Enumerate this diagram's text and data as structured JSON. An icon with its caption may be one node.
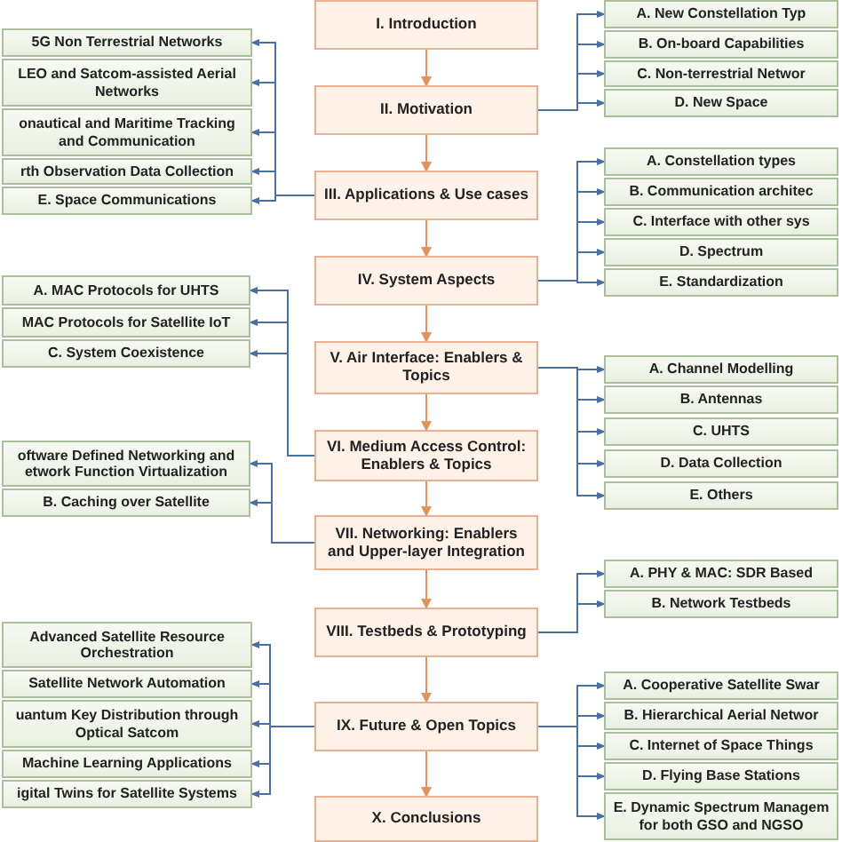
{
  "diagram": {
    "nodes": [
      {
        "text": [
          "I. Introduction"
        ]
      },
      {
        "text": [
          "II. Motivation"
        ]
      },
      {
        "text": [
          "III. Applications & Use cases"
        ]
      },
      {
        "text": [
          "IV. System Aspects"
        ]
      },
      {
        "text": [
          "V. Air Interface: Enablers & Topics"
        ]
      },
      {
        "text": [
          "VI. Medium Access Control: Enablers & Topics"
        ]
      },
      {
        "text": [
          "VII. Networking: Enablers and Upper-layer Integration"
        ]
      },
      {
        "text": [
          "VIII. Testbeds & Prototyping"
        ]
      },
      {
        "text": [
          "IX. Future & Open Topics"
        ]
      },
      {
        "text": [
          "X. Conclusions"
        ]
      },
      {
        "text": [
          "A. New Constellation Typ"
        ]
      },
      {
        "text": [
          "B. On-board Capabilities"
        ]
      },
      {
        "text": [
          "C. Non-terrestrial Networ"
        ]
      },
      {
        "text": [
          "D. New Space"
        ]
      },
      {
        "text": [
          "5G Non Terrestrial Networks"
        ]
      },
      {
        "text": [
          "LEO and Satcom-assisted Aerial Networks"
        ]
      },
      {
        "text": [
          "onautical and Maritime Tracking and Communication"
        ]
      },
      {
        "text": [
          "rth Observation Data Collection"
        ]
      },
      {
        "text": [
          "E. Space Communications"
        ]
      },
      {
        "text": [
          "A. Constellation types"
        ]
      },
      {
        "text": [
          "B. Communication architec"
        ]
      },
      {
        "text": [
          "C. Interface with other sys"
        ]
      },
      {
        "text": [
          "D. Spectrum"
        ]
      },
      {
        "text": [
          "E. Standardization"
        ]
      },
      {
        "text": [
          "A. Channel Modelling"
        ]
      },
      {
        "text": [
          "B. Antennas"
        ]
      },
      {
        "text": [
          "C. UHTS"
        ]
      },
      {
        "text": [
          "D. Data Collection"
        ]
      },
      {
        "text": [
          "E. Others"
        ]
      },
      {
        "text": [
          "A. MAC Protocols for UHTS"
        ]
      },
      {
        "text": [
          "MAC Protocols for Satellite IoT"
        ]
      },
      {
        "text": [
          "C. System Coexistence"
        ]
      },
      {
        "text": [
          "oftware Defined Networking and etwork Function Virtualization"
        ]
      },
      {
        "text": [
          "B. Caching over Satellite"
        ]
      },
      {
        "text": [
          "A. PHY & MAC: SDR Based"
        ]
      },
      {
        "text": [
          "B. Network Testbeds"
        ]
      },
      {
        "text": [
          "Advanced Satellite Resource Orchestration"
        ]
      },
      {
        "text": [
          "Satellite Network Automation"
        ]
      },
      {
        "text": [
          "uantum Key Distribution through Optical Satcom"
        ]
      },
      {
        "text": [
          "Machine Learning Applications"
        ]
      },
      {
        "text": [
          "igital Twins for Satellite Systems"
        ]
      },
      {
        "text": [
          "A. Cooperative Satellite Swar"
        ]
      },
      {
        "text": [
          "B. Hierarchical Aerial Networ"
        ]
      },
      {
        "text": [
          "C. Internet of Space Things"
        ]
      },
      {
        "text": [
          "D. Flying Base Stations"
        ]
      },
      {
        "text": [
          "E. Dynamic Spectrum Managem for both GSO and NGSO"
        ]
      }
    ],
    "edges": [
      {
        "from": 0,
        "to": 1,
        "arrow": "to",
        "color": "#e0925f"
      },
      {
        "from": 1,
        "to": 2,
        "arrow": "to",
        "color": "#e0925f"
      },
      {
        "from": 2,
        "to": 3,
        "arrow": "to",
        "color": "#e0925f"
      },
      {
        "from": 3,
        "to": 4,
        "arrow": "to",
        "color": "#e0925f"
      },
      {
        "from": 4,
        "to": 5,
        "arrow": "to",
        "color": "#e0925f"
      },
      {
        "from": 5,
        "to": 6,
        "arrow": "to",
        "color": "#e0925f"
      },
      {
        "from": 6,
        "to": 7,
        "arrow": "to",
        "color": "#e0925f"
      },
      {
        "from": 7,
        "to": 8,
        "arrow": "to",
        "color": "#e0925f"
      },
      {
        "from": 8,
        "to": 9,
        "arrow": "to",
        "color": "#e0925f"
      },
      {
        "from": 1,
        "to": 10,
        "arrow": "to"
      },
      {
        "from": 1,
        "to": 11,
        "arrow": "to"
      },
      {
        "from": 1,
        "to": 12,
        "arrow": "to"
      },
      {
        "from": 1,
        "to": 13,
        "arrow": "to"
      },
      {
        "from": 2,
        "to": 14,
        "arrow": "to"
      },
      {
        "from": 2,
        "to": 15,
        "arrow": "to"
      },
      {
        "from": 2,
        "to": 16,
        "arrow": "to"
      },
      {
        "from": 2,
        "to": 17,
        "arrow": "to"
      },
      {
        "from": 2,
        "to": 18,
        "arrow": "to"
      },
      {
        "from": 3,
        "to": 19,
        "arrow": "to"
      },
      {
        "from": 3,
        "to": 20,
        "arrow": "to"
      },
      {
        "from": 3,
        "to": 21,
        "arrow": "to"
      },
      {
        "from": 3,
        "to": 22,
        "arrow": "to"
      },
      {
        "from": 3,
        "to": 23,
        "arrow": "to"
      },
      {
        "from": 4,
        "to": 24,
        "arrow": "to"
      },
      {
        "from": 4,
        "to": 25,
        "arrow": "to"
      },
      {
        "from": 4,
        "to": 26,
        "arrow": "to"
      },
      {
        "from": 4,
        "to": 27,
        "arrow": "to"
      },
      {
        "from": 4,
        "to": 28,
        "arrow": "to"
      },
      {
        "from": 5,
        "to": 29,
        "arrow": "to"
      },
      {
        "from": 5,
        "to": 30,
        "arrow": "to"
      },
      {
        "from": 5,
        "to": 31,
        "arrow": "to"
      },
      {
        "from": 6,
        "to": 32,
        "arrow": "to"
      },
      {
        "from": 6,
        "to": 33,
        "arrow": "to"
      },
      {
        "from": 7,
        "to": 34,
        "arrow": "to"
      },
      {
        "from": 7,
        "to": 35,
        "arrow": "to"
      },
      {
        "from": 8,
        "to": 36,
        "arrow": "to"
      },
      {
        "from": 8,
        "to": 37,
        "arrow": "to"
      },
      {
        "from": 8,
        "to": 38,
        "arrow": "to"
      },
      {
        "from": 8,
        "to": 39,
        "arrow": "to"
      },
      {
        "from": 8,
        "to": 40,
        "arrow": "to"
      },
      {
        "from": 8,
        "to": 41,
        "arrow": "to"
      },
      {
        "from": 8,
        "to": 42,
        "arrow": "to"
      },
      {
        "from": 8,
        "to": 43,
        "arrow": "to"
      },
      {
        "from": 8,
        "to": 44,
        "arrow": "to"
      },
      {
        "from": 8,
        "to": 45,
        "arrow": "to"
      }
    ]
  }
}
